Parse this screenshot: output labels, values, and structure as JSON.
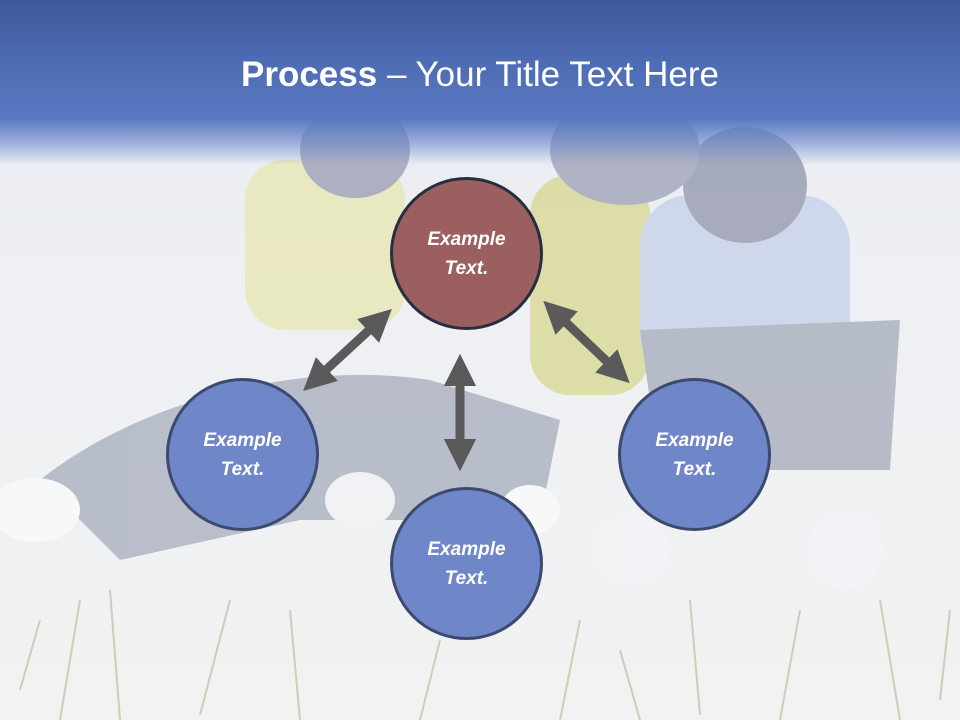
{
  "title": {
    "bold": "Process",
    "dash": " – ",
    "rest": "Your Title Text Here"
  },
  "nodes": {
    "top": "Example\nText.",
    "left": "Example\nText.",
    "right": "Example\nText.",
    "bottom": "Example\nText."
  },
  "colors": {
    "header": "#4d6bb2",
    "accent_node": "#9c5f5f",
    "blue_node": "#6f87c8",
    "arrow": "#5a5a5a"
  }
}
